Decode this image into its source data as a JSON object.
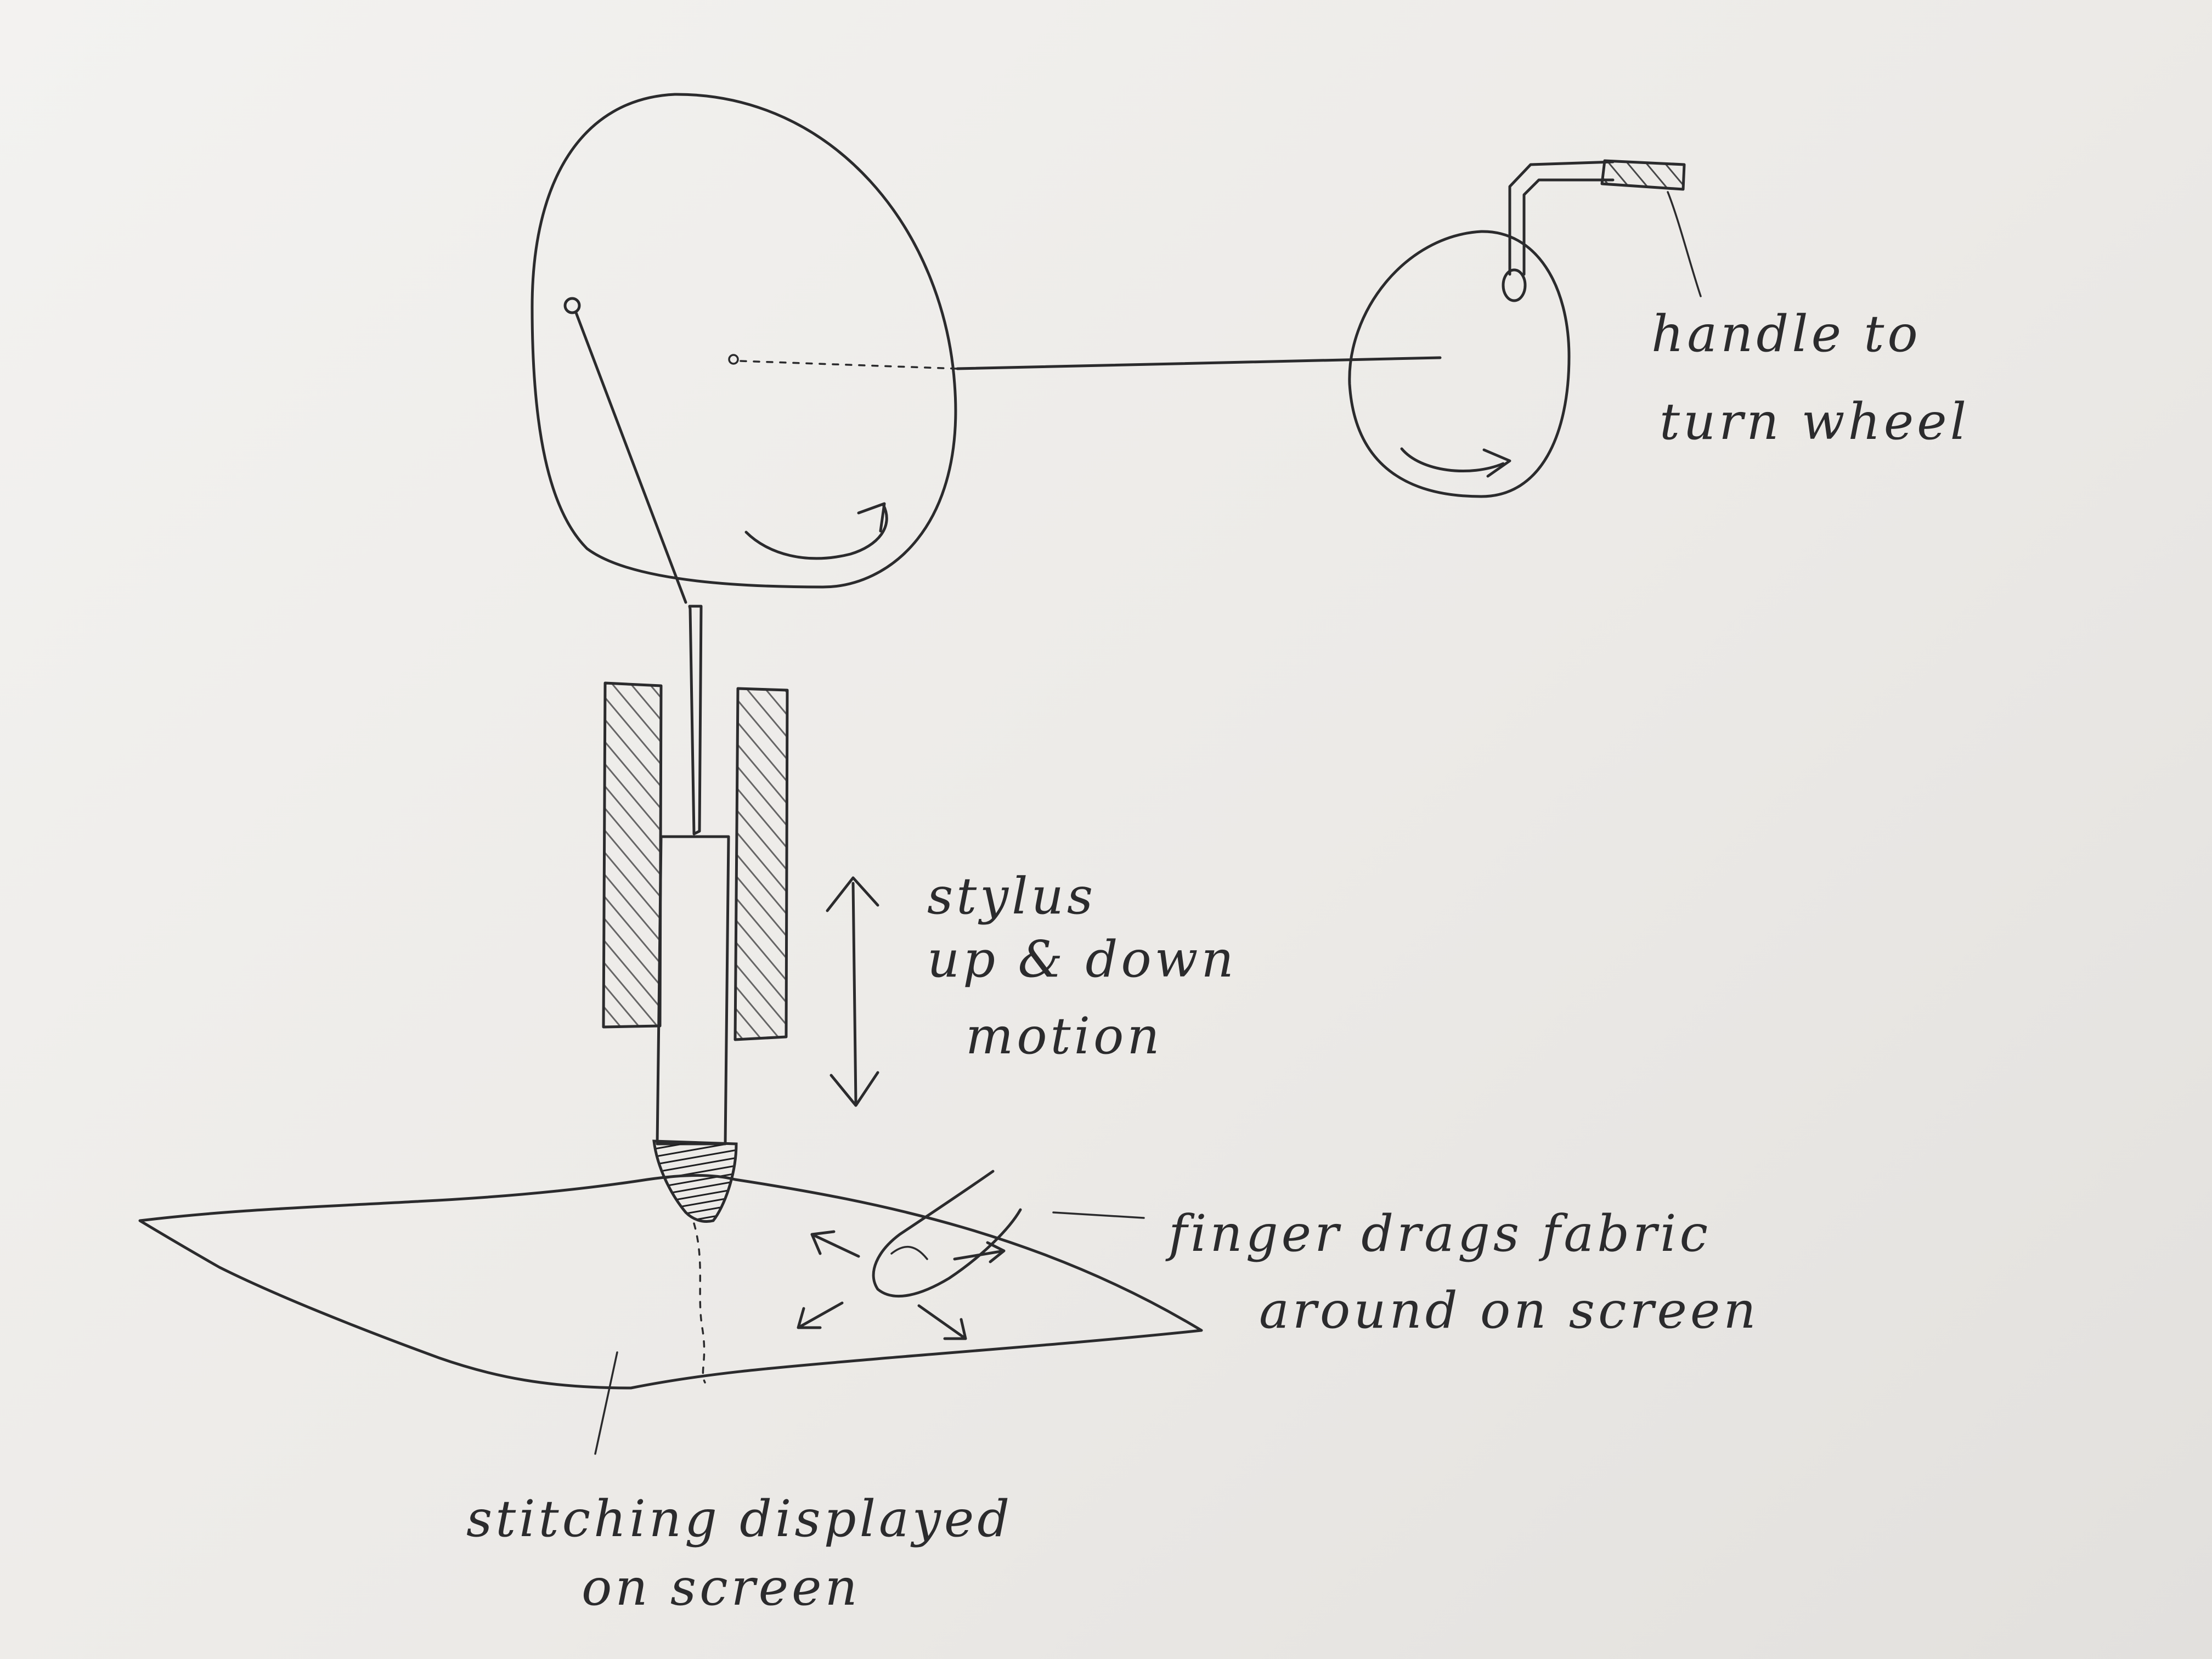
{
  "annotations": {
    "handle": {
      "line1": "handle to",
      "line2": "turn wheel"
    },
    "stylus": {
      "line1": "stylus",
      "line2": "up & down",
      "line3": "motion"
    },
    "finger": {
      "line1": "finger drags fabric",
      "line2": "around on screen"
    },
    "stitching": {
      "line1": "stitching displayed",
      "line2": "on screen"
    }
  },
  "colors": {
    "paper": "#eeedeb",
    "ink": "#2b2b2d"
  }
}
